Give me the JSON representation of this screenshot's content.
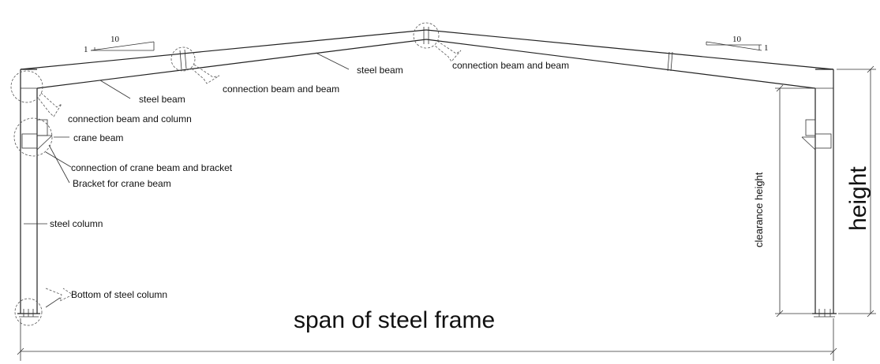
{
  "labels": {
    "steel_beam_left": "steel beam",
    "steel_beam_mid": "steel beam",
    "connection_beam_beam_left": "connection beam and beam",
    "connection_beam_beam_ridge": "connection beam and beam",
    "connection_beam_column": "connection beam and column",
    "crane_beam": "crane beam",
    "connection_crane_bracket": "connection of crane beam and bracket",
    "bracket_crane_beam": "Bracket for crane beam",
    "steel_column": "steel column",
    "bottom_steel_column": "Bottom of steel column",
    "span": "span of steel frame",
    "clearance_height": "clearance height",
    "height": "height"
  },
  "slope_left": {
    "rise": "1",
    "run": "10"
  },
  "slope_right": {
    "rise": "1",
    "run": "10"
  }
}
